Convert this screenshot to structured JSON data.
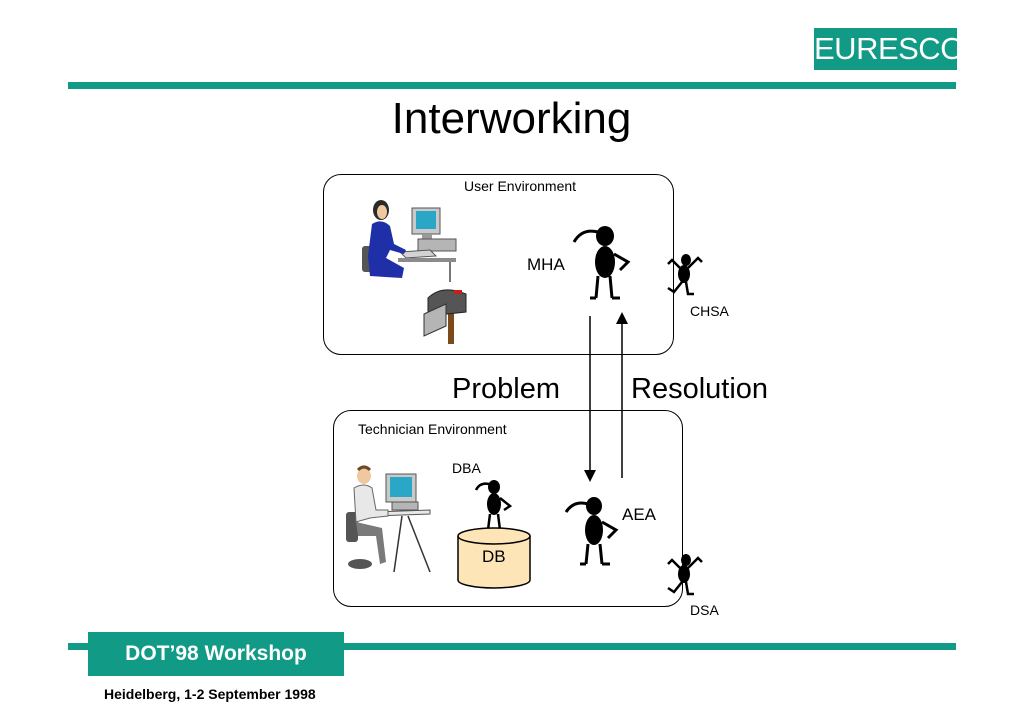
{
  "logo": "EURESCOM",
  "title": "Interworking",
  "user_env": {
    "label": "User Environment",
    "mha": "MHA",
    "chsa": "CHSA"
  },
  "arrows": {
    "problem": "Problem",
    "resolution": "Resolution"
  },
  "tech_env": {
    "label": "Technician Environment",
    "dba": "DBA",
    "db": "DB",
    "aea": "AEA",
    "dsa": "DSA"
  },
  "footer": {
    "workshop": "DOT’98 Workshop",
    "date": "Heidelberg, 1-2 September 1998"
  },
  "colors": {
    "brand": "#119a85",
    "db_fill": "#fde5b8",
    "user_figure": "#1e2fa8"
  }
}
